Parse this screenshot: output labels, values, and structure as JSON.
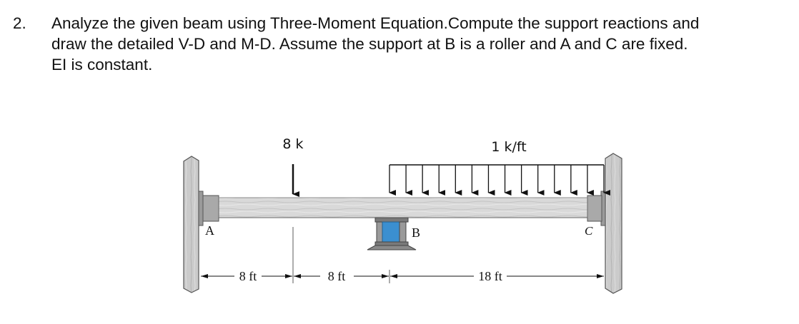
{
  "problem": {
    "number": "2.",
    "lines": [
      "Analyze the given beam using Three-Moment Equation.Compute the support reactions and",
      "draw the detailed V-D and M-D. Assume the support at B is a roller and A and C are fixed.",
      "EI is constant."
    ]
  },
  "figure": {
    "point_load_label": "8 k",
    "distributed_load_label": "1 k/ft",
    "support_labels": {
      "a": "A",
      "b": "B",
      "c": "C"
    },
    "dimensions": [
      "8 ft",
      "8 ft",
      "18 ft"
    ],
    "colors": {
      "beam": "#d7d7d7",
      "wall": "#c9c9c9",
      "roller": "#3b8fd0",
      "arrow": "#111111"
    }
  }
}
